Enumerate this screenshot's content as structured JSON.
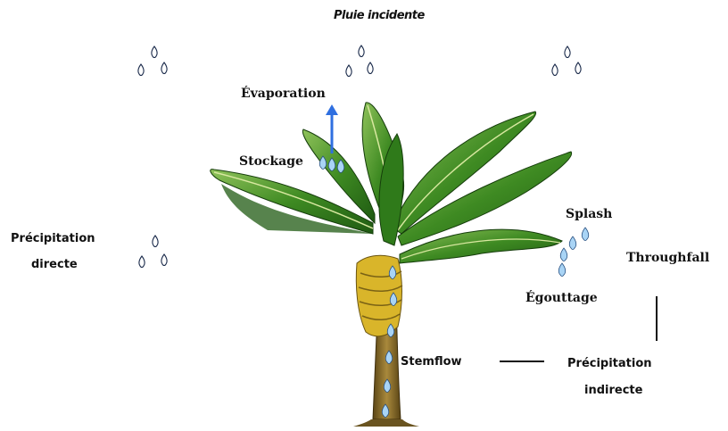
{
  "labels": {
    "title": "Pluie incidente",
    "evaporation": "Évaporation",
    "stockage": "Stockage",
    "precip_directe_1": "Précipitation",
    "precip_directe_2": "directe",
    "splash": "Splash",
    "throughfall": "Throughfall",
    "egouttage": "Égouttage",
    "stemflow": "Stemflow",
    "precip_indirecte_1": "Précipitation",
    "precip_indirecte_2": "indirecte"
  },
  "colors": {
    "leaf_dark": "#1f5a12",
    "leaf_mid": "#3e8a22",
    "leaf_light": "#8fc25a",
    "trunk": "#8a6a2a",
    "banana": "#d9b52a",
    "drop": "#a9d4f5",
    "arrow": "#2f6fe0"
  }
}
